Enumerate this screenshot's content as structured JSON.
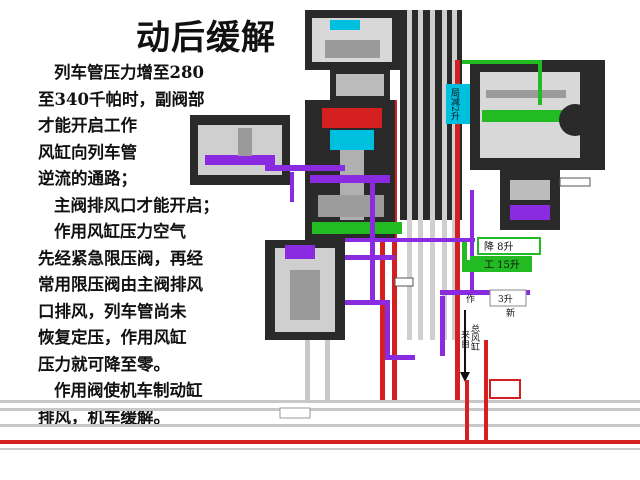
{
  "title": "动后缓解",
  "lines": [
    "列车管压力增至280",
    "至340千帕时，副阀部",
    "才能开启工作",
    "风缸向列车管",
    "逆流的通路；",
    "主阀排风口才能开启；",
    "作用风缸压力空气",
    "先经紧急限压阀，再经",
    "常用限压阀由主阀排风",
    "口排风，列车管尚未",
    "恢复定压，作用风缸",
    "压力就可降至零。",
    "作用阀使机车制动缸",
    "排风，机车缓解。"
  ],
  "labels": {
    "fusheng": "局减2升",
    "jiang": "降 8升",
    "gong": "工 15升",
    "zuo": "作",
    "sanzheng": "3升",
    "xin": "新",
    "zongfenggang": "总风缸",
    "laizi": "来自"
  },
  "colors": {
    "red_pipe": "#d42020",
    "purple": "#8a2be2",
    "green": "#22bb22",
    "cyan": "#00c0e0",
    "dark": "#2a2a2a"
  }
}
